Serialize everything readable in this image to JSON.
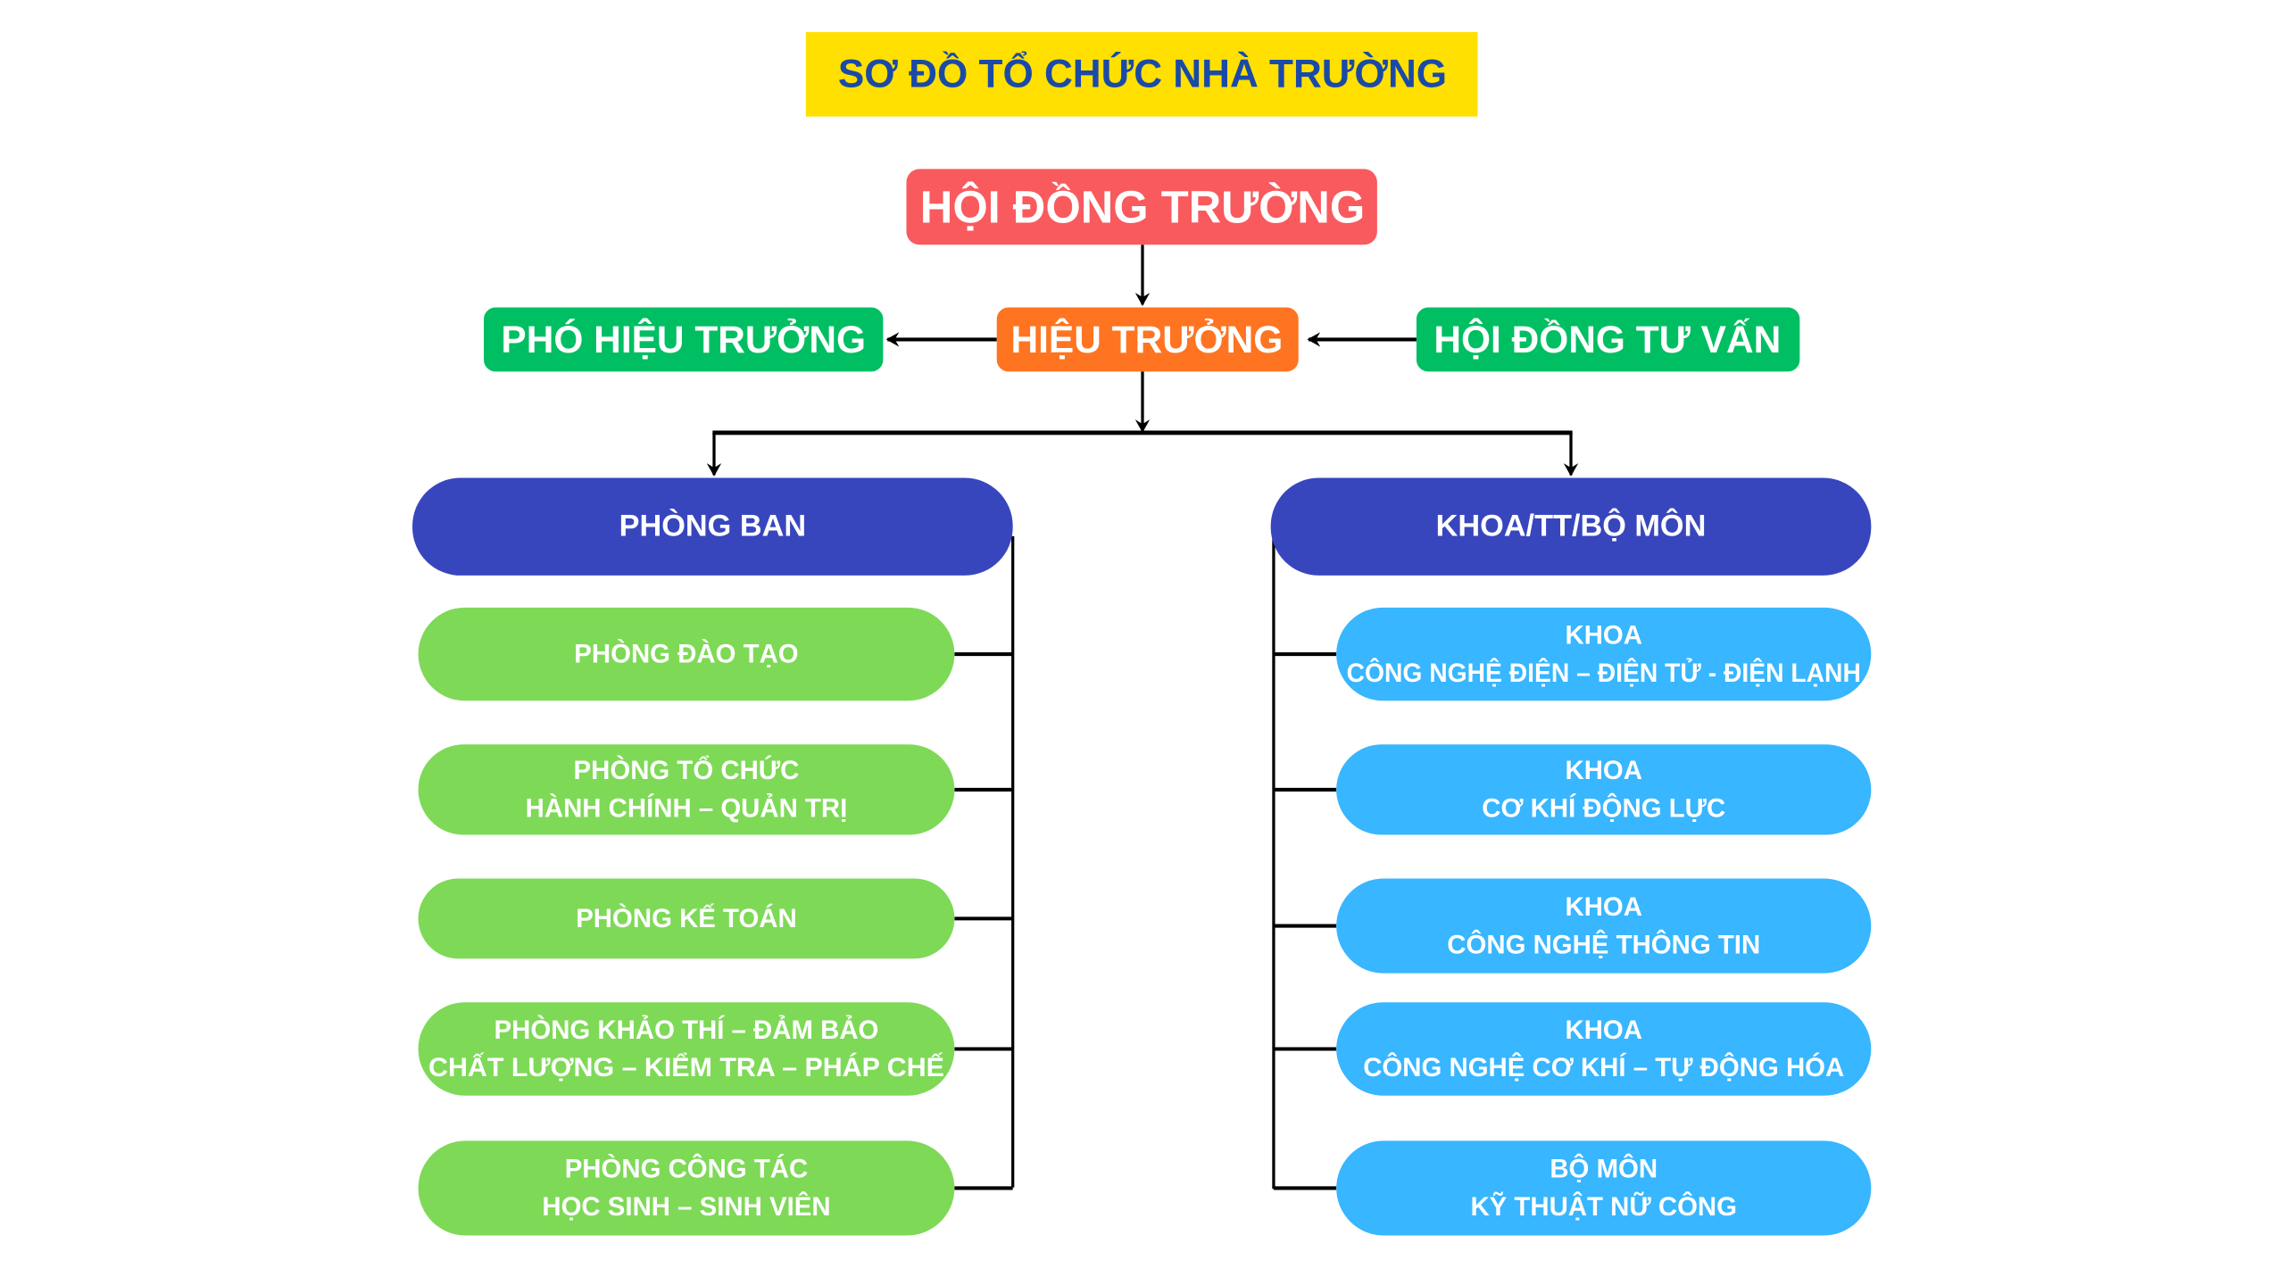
{
  "title": "SƠ ĐỒ TỔ CHỨC NHÀ TRƯỜNG",
  "colors": {
    "title_bg": "#FFE000",
    "title_text": "#1A4AA8",
    "council": "#F95A5D",
    "principal": "#FF7420",
    "side": "#00BF63",
    "group": "#3846BE",
    "dept": "#7ED957",
    "faculty": "#38B6FF"
  },
  "top": {
    "council": "HỘI ĐỒNG TRƯỜNG",
    "principal": "HIỆU TRƯỞNG",
    "vice": "PHÓ HIỆU TRƯỞNG",
    "advisory": "HỘI ĐỒNG TƯ VẤN"
  },
  "groups": {
    "departments": "PHÒNG BAN",
    "faculties": "KHOA/TT/BỘ MÔN"
  },
  "departments": [
    {
      "l1": "PHÒNG ĐÀO TẠO",
      "l2": ""
    },
    {
      "l1": "PHÒNG TỔ CHỨC",
      "l2": "HÀNH CHÍNH – QUẢN TRỊ"
    },
    {
      "l1": "PHÒNG  KẾ TOÁN",
      "l2": ""
    },
    {
      "l1": "PHÒNG KHẢO THÍ –  ĐẢM BẢO",
      "l2": "CHẤT LƯỢNG – KIỂM TRA – PHÁP CHẾ"
    },
    {
      "l1": "PHÒNG CÔNG TÁC",
      "l2": "HỌC SINH – SINH VIÊN"
    }
  ],
  "faculties": [
    {
      "l1": "KHOA",
      "l2": "CÔNG NGHỆ ĐIỆN – ĐIỆN TỬ - ĐIỆN LẠNH"
    },
    {
      "l1": "KHOA",
      "l2": "CƠ KHÍ ĐỘNG LỰC"
    },
    {
      "l1": "KHOA",
      "l2": "CÔNG NGHỆ THÔNG TIN"
    },
    {
      "l1": "KHOA",
      "l2": "CÔNG NGHỆ CƠ KHÍ – TỰ ĐỘNG HÓA"
    },
    {
      "l1": "BỘ MÔN",
      "l2": "KỸ THUẬT NỮ CÔNG"
    }
  ]
}
